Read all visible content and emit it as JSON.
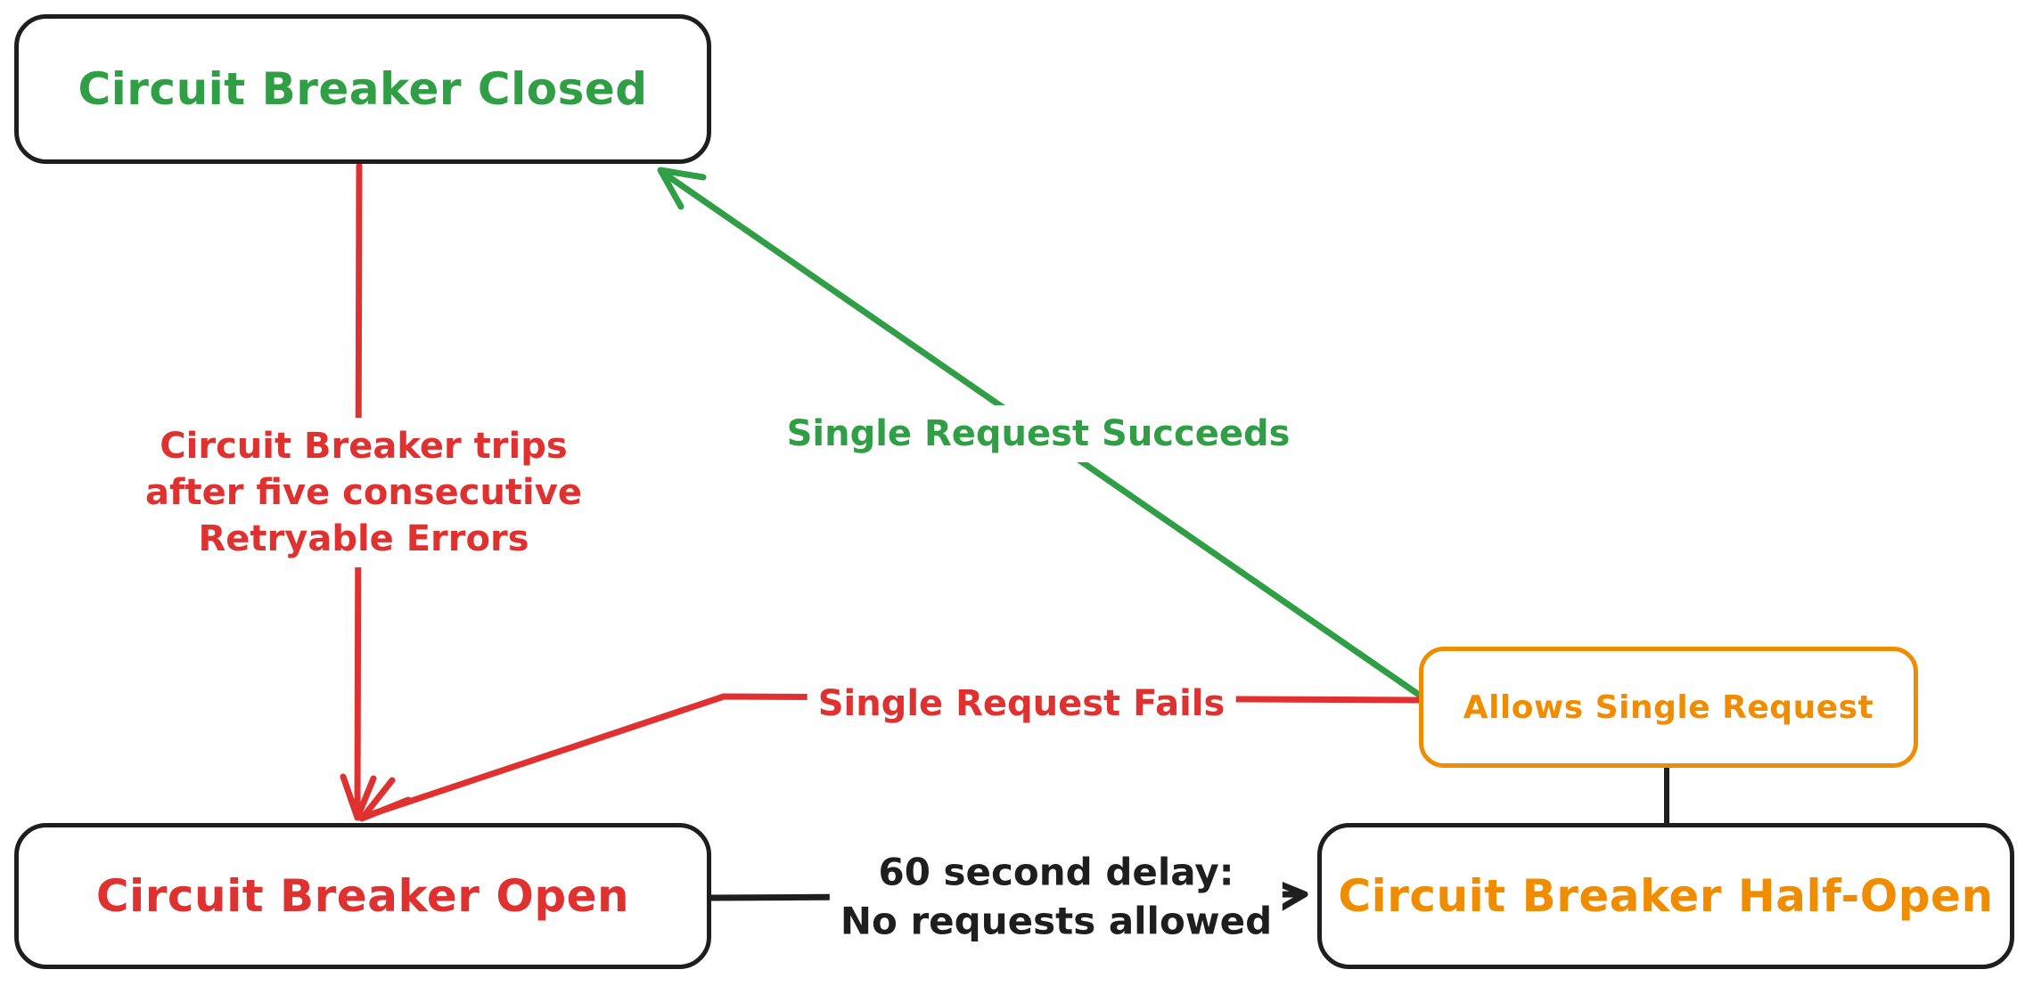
{
  "colors": {
    "green": "#2f9e44",
    "red": "#e03131",
    "orange": "#f08c00",
    "ink": "#1e1e1e",
    "bg": "#ffffff"
  },
  "nodes": {
    "closed": {
      "label": "Circuit Breaker Closed",
      "text_color": "#2f9e44",
      "border_color": "#1e1e1e"
    },
    "open": {
      "label": "Circuit Breaker Open",
      "text_color": "#e03131",
      "border_color": "#1e1e1e"
    },
    "half_open": {
      "label": "Circuit Breaker Half-Open",
      "text_color": "#f08c00",
      "border_color": "#1e1e1e"
    },
    "allows": {
      "label": "Allows Single Request",
      "text_color": "#f08c00",
      "border_color": "#f08c00"
    }
  },
  "edges": {
    "trips": {
      "from": "Circuit Breaker Closed",
      "to": "Circuit Breaker Open",
      "color": "#e03131",
      "label_lines": [
        "Circuit Breaker trips",
        "after five consecutive",
        "Retryable Errors"
      ]
    },
    "succeeds": {
      "from": "Allows Single Request",
      "to": "Circuit Breaker Closed",
      "color": "#2f9e44",
      "label": "Single Request Succeeds"
    },
    "fails": {
      "from": "Allows Single Request",
      "to": "Circuit Breaker Open",
      "color": "#e03131",
      "label": "Single Request Fails"
    },
    "delay": {
      "from": "Circuit Breaker Open",
      "to": "Circuit Breaker Half-Open",
      "color": "#1e1e1e",
      "label_lines": [
        "60 second delay:",
        "No requests allowed"
      ]
    },
    "half_open_link": {
      "from": "Allows Single Request",
      "to": "Circuit Breaker Half-Open",
      "color": "#1e1e1e",
      "label": ""
    }
  }
}
